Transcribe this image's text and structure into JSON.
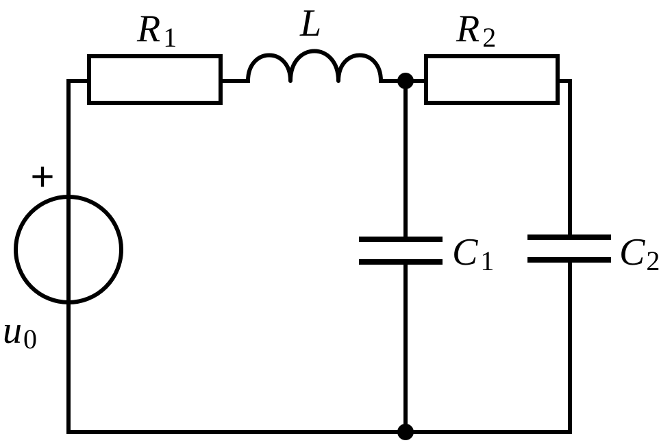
{
  "components": {
    "r1": {
      "symbol": "R",
      "subscript": "1"
    },
    "inductor": {
      "symbol": "L"
    },
    "r2": {
      "symbol": "R",
      "subscript": "2"
    },
    "c1": {
      "symbol": "C",
      "subscript": "1"
    },
    "c2": {
      "symbol": "C",
      "subscript": "2"
    },
    "source": {
      "symbol": "u",
      "subscript": "0",
      "polarity": "+"
    }
  }
}
